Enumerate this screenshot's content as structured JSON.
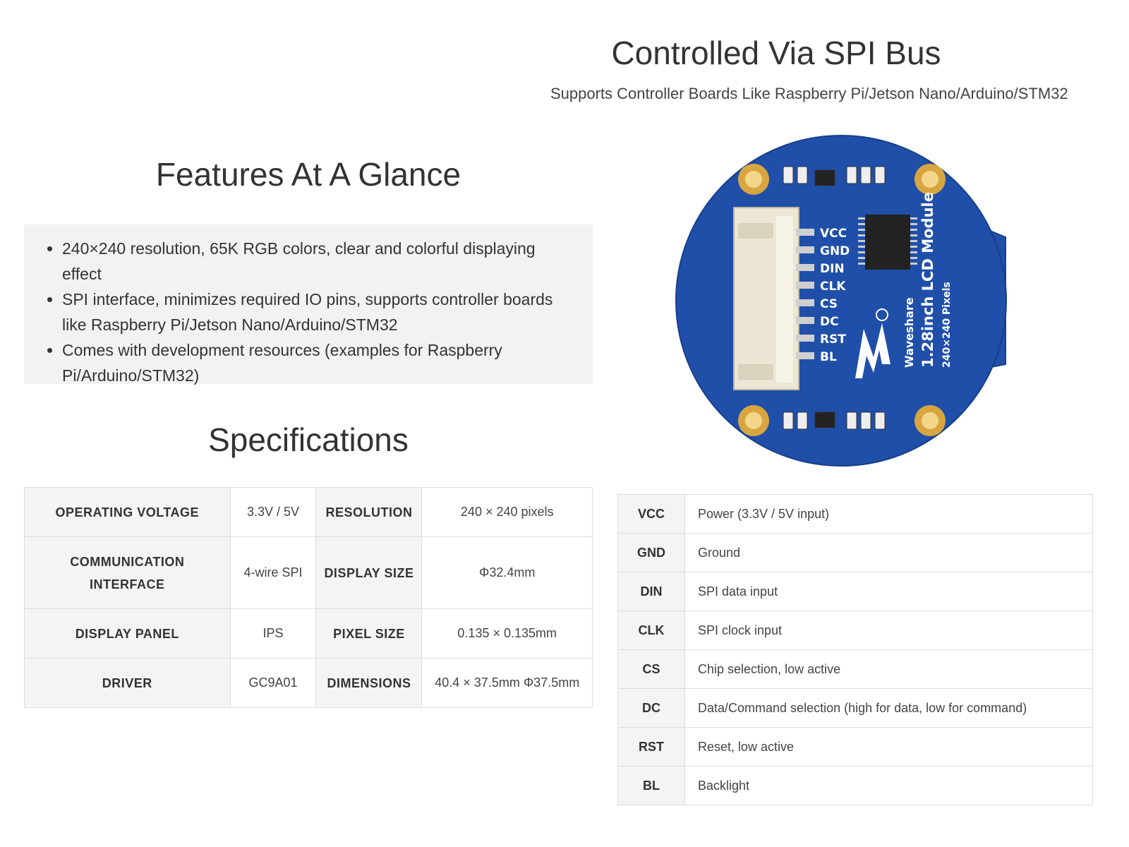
{
  "header": {
    "title": "Controlled Via SPI Bus",
    "subtitle": "Supports Controller Boards Like Raspberry Pi/Jetson Nano/Arduino/STM32"
  },
  "features": {
    "title": "Features At A Glance",
    "items": [
      "240×240 resolution, 65K RGB colors, clear and colorful displaying effect",
      "SPI interface, minimizes required IO pins, supports controller boards like Raspberry Pi/Jetson Nano/Arduino/STM32",
      "Comes with development resources (examples for Raspberry Pi/Arduino/STM32)"
    ]
  },
  "specs": {
    "title": "Specifications",
    "rows": [
      {
        "k1": "OPERATING VOLTAGE",
        "v1": "3.3V / 5V",
        "k2": "RESOLUTION",
        "v2": "240 × 240 pixels"
      },
      {
        "k1": "COMMUNICATION INTERFACE",
        "v1": "4-wire SPI",
        "k2": "DISPLAY SIZE",
        "v2": "Φ32.4mm"
      },
      {
        "k1": "DISPLAY PANEL",
        "v1": "IPS",
        "k2": "PIXEL SIZE",
        "v2": "0.135 × 0.135mm"
      },
      {
        "k1": "DRIVER",
        "v1": "GC9A01",
        "k2": "DIMENSIONS",
        "v2": "40.4 × 37.5mm Φ37.5mm"
      }
    ]
  },
  "board": {
    "pin_labels": [
      "VCC",
      "GND",
      "DIN",
      "CLK",
      "CS",
      "DC",
      "RST",
      "BL"
    ],
    "brand": "Waveshare",
    "product": "1.28inch LCD Module",
    "resolution_label": "240×240 Pixels",
    "colors": {
      "pcb": "#1f4fa8",
      "pcb_dark": "#183f8a",
      "gold": "#d8a640",
      "connector": "#ece6d4",
      "chip": "#222222"
    }
  },
  "pins": {
    "rows": [
      {
        "pin": "VCC",
        "desc": "Power (3.3V / 5V input)"
      },
      {
        "pin": "GND",
        "desc": "Ground"
      },
      {
        "pin": "DIN",
        "desc": "SPI data input"
      },
      {
        "pin": "CLK",
        "desc": "SPI clock input"
      },
      {
        "pin": "CS",
        "desc": "Chip selection, low active"
      },
      {
        "pin": "DC",
        "desc": "Data/Command selection (high for data, low for command)"
      },
      {
        "pin": "RST",
        "desc": "Reset, low active"
      },
      {
        "pin": "BL",
        "desc": "Backlight"
      }
    ]
  }
}
